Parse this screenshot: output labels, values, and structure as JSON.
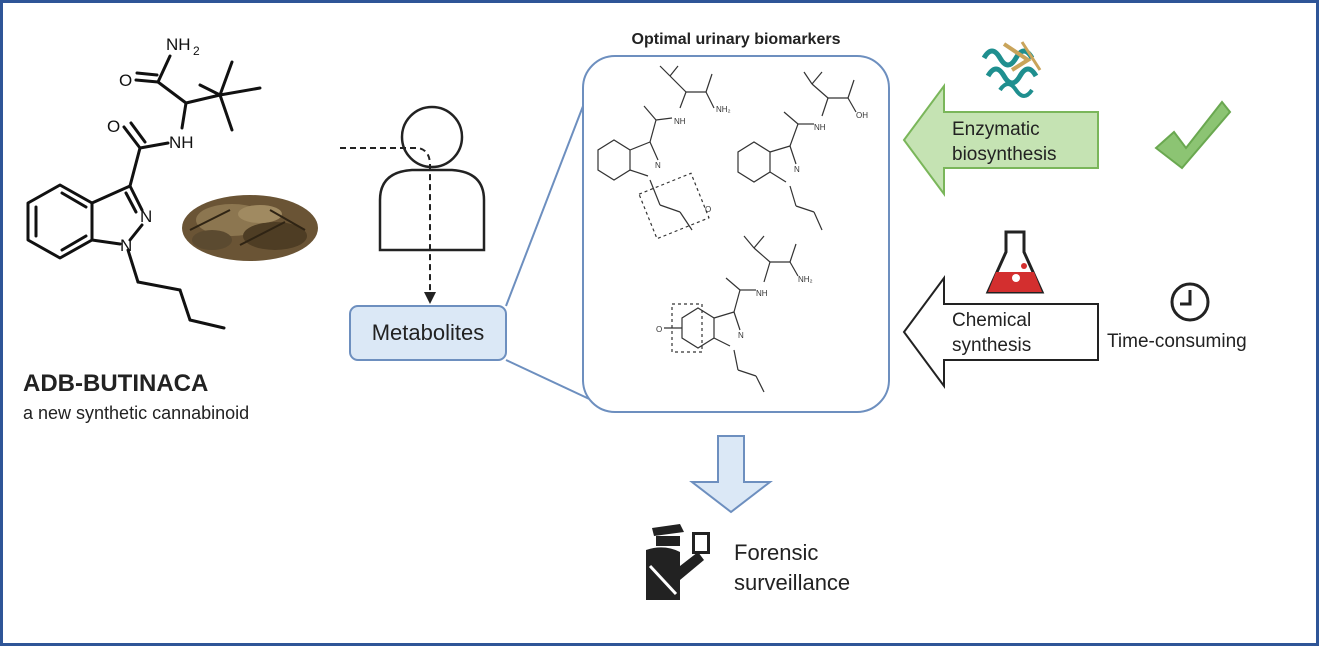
{
  "compound": {
    "name": "ADB-BUTINACA",
    "description": "a new synthetic cannabinoid",
    "atom_labels": {
      "nh2": "NH",
      "nh2_sub": "2",
      "o1": "O",
      "o2": "O",
      "nh": "NH",
      "n_upper": "N",
      "n_lower": "N"
    }
  },
  "metabolites_label": "Metabolites",
  "biomarkers": {
    "title": "Optimal urinary biomarkers",
    "structure_labels": {
      "amide_nh2": "NH₂",
      "amide_nh": "NH",
      "acid_oh": "OH",
      "oxygen": "O",
      "n": "N"
    }
  },
  "enzymatic": {
    "line1": "Enzymatic",
    "line2": "biosynthesis",
    "status_icon": "check-icon"
  },
  "chemical": {
    "line1": "Chemical",
    "line2": "synthesis",
    "flask_icon": "flask-icon"
  },
  "time": {
    "label": "Time-consuming",
    "icon": "clock-icon"
  },
  "forensic": {
    "line1": "Forensic",
    "line2": "surveillance",
    "icon": "officer-icon"
  },
  "colors": {
    "frame": "#2f5597",
    "box_stroke": "#6d8fbf",
    "box_fill": "#dbe8f6",
    "green_fill": "#c5e3b3",
    "green_stroke": "#7ab65a",
    "check": "#8cc473",
    "flask_red": "#d32f2f",
    "protein_teal": "#1f8f8f"
  }
}
